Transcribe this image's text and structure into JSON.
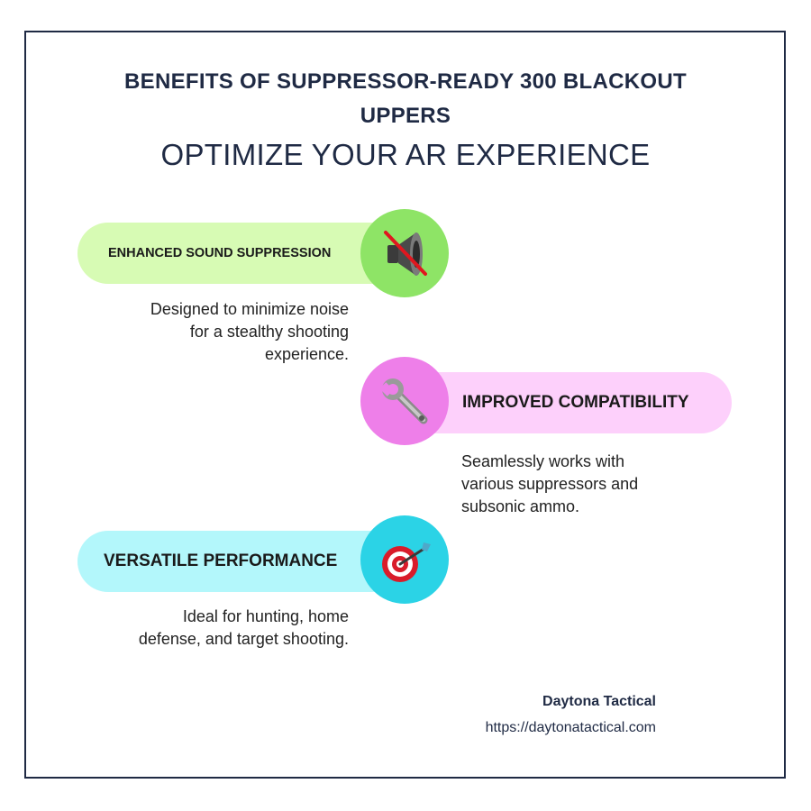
{
  "header": {
    "title_line1": "BENEFITS OF SUPPRESSOR-READY 300 BLACKOUT",
    "title_line2": "UPPERS",
    "subtitle": "OPTIMIZE YOUR AR EXPERIENCE"
  },
  "benefits": [
    {
      "label": "ENHANCED SOUND SUPPRESSION",
      "description": [
        "Designed to minimize noise",
        "for a stealthy shooting",
        "experience."
      ],
      "icon": "muted-speaker-icon",
      "pill_color": "#d7fbb4",
      "circle_color": "#8ee466"
    },
    {
      "label": "IMPROVED COMPATIBILITY",
      "description": [
        "Seamlessly works with",
        "various suppressors and",
        "subsonic ammo."
      ],
      "icon": "wrench-icon",
      "pill_color": "#fdd0fb",
      "circle_color": "#ee7fe9"
    },
    {
      "label": "VERSATILE PERFORMANCE",
      "description": [
        "Ideal for hunting, home",
        "defense, and target shooting."
      ],
      "icon": "target-dart-icon",
      "pill_color": "#b3f7fb",
      "circle_color": "#2bd3e6"
    }
  ],
  "footer": {
    "brand": "Daytona Tactical",
    "url": "https://daytonatactical.com"
  }
}
